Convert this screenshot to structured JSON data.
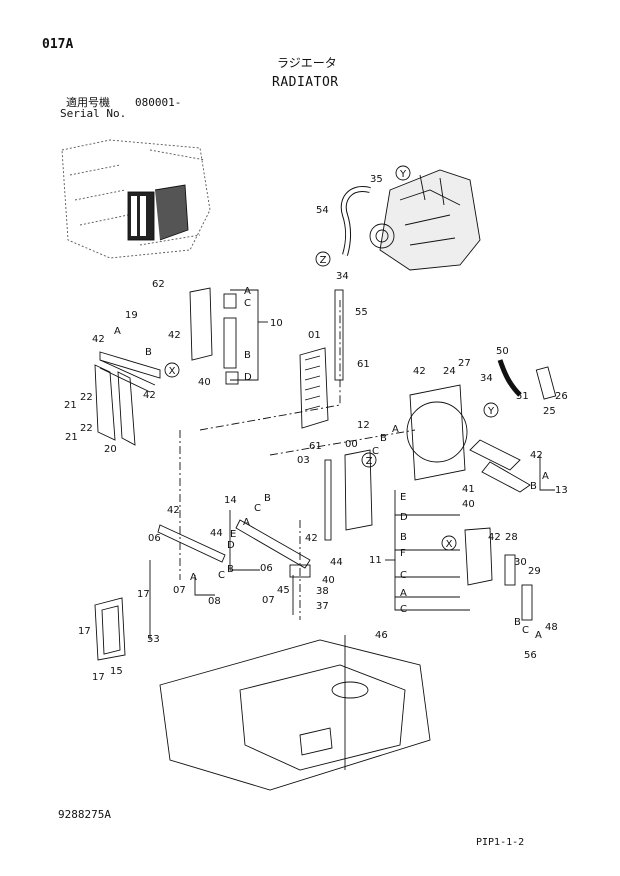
{
  "header": {
    "code": "017A",
    "title_jp": "ラジエータ",
    "title_en": "RADIATOR",
    "serial_label_jp": "適用号機",
    "serial_value": "080001-",
    "serial_label_en": "Serial No."
  },
  "footer": {
    "part_number": "9288275A",
    "page_ref": "PIP1-1-2"
  },
  "callouts": {
    "p01": "01",
    "p03": "03",
    "p00": "00",
    "p06a": "06",
    "p06b": "06",
    "p07a": "07",
    "p07b": "07",
    "p08": "08",
    "p10": "10",
    "p11": "11",
    "p12": "12",
    "p13": "13",
    "p14": "14",
    "p15": "15",
    "p17a": "17",
    "p17b": "17",
    "p17c": "17",
    "p19": "19",
    "p20": "20",
    "p21a": "21",
    "p21b": "21",
    "p22a": "22",
    "p22b": "22",
    "p24": "24",
    "p25": "25",
    "p26": "26",
    "p27": "27",
    "p28": "28",
    "p29": "29",
    "p30": "30",
    "p34a": "34",
    "p34b": "34",
    "p35": "35",
    "p37": "37",
    "p38": "38",
    "p40a": "40",
    "p40b": "40",
    "p40c": "40",
    "p41": "41",
    "p42a": "42",
    "p42b": "42",
    "p42c": "42",
    "p42d": "42",
    "p42e": "42",
    "p42f": "42",
    "p42g": "42",
    "p42h": "42",
    "p44a": "44",
    "p44b": "44",
    "p45": "45",
    "p46": "46",
    "p48": "48",
    "p50": "50",
    "p51": "51",
    "p53": "53",
    "p54": "54",
    "p55": "55",
    "p56": "56",
    "p61a": "61",
    "p61b": "61",
    "p62": "62"
  },
  "refs": {
    "x": "X",
    "y": "Y",
    "z": "Z",
    "a": "A",
    "b": "B",
    "c": "C",
    "d": "D",
    "e": "E",
    "f": "F"
  }
}
